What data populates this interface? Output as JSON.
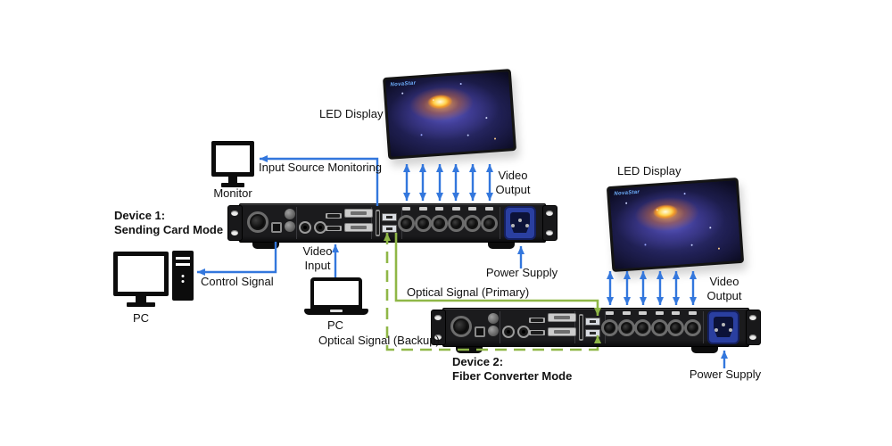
{
  "colors": {
    "arrow_blue": "#3377dd",
    "optical_green": "#8fb747",
    "power_blue": "#2a3fa0"
  },
  "diagram": {
    "displays": [
      {
        "label": "LED Display",
        "brand": "NovaStar"
      },
      {
        "label": "LED Display",
        "brand": "NovaStar"
      }
    ],
    "devices": [
      {
        "title_line1": "Device 1:",
        "title_line2": "Sending Card Mode"
      },
      {
        "title_line1": "Device 2:",
        "title_line2": "Fiber Converter Mode"
      }
    ],
    "computers": {
      "monitor_label": "Monitor",
      "desktop_pc_label": "PC",
      "laptop_pc_label": "PC"
    },
    "signals": {
      "input_source_monitoring": "Input Source Monitoring",
      "control_signal": "Control Signal",
      "video_input_line1": "Video",
      "video_input_line2": "Input",
      "video_output_1_line1": "Video",
      "video_output_1_line2": "Output",
      "video_output_2_line1": "Video",
      "video_output_2_line2": "Output",
      "power_supply_1": "Power Supply",
      "power_supply_2": "Power Supply",
      "optical_primary": "Optical Signal (Primary)",
      "optical_backup": "Optical Signal (Backup)"
    }
  }
}
